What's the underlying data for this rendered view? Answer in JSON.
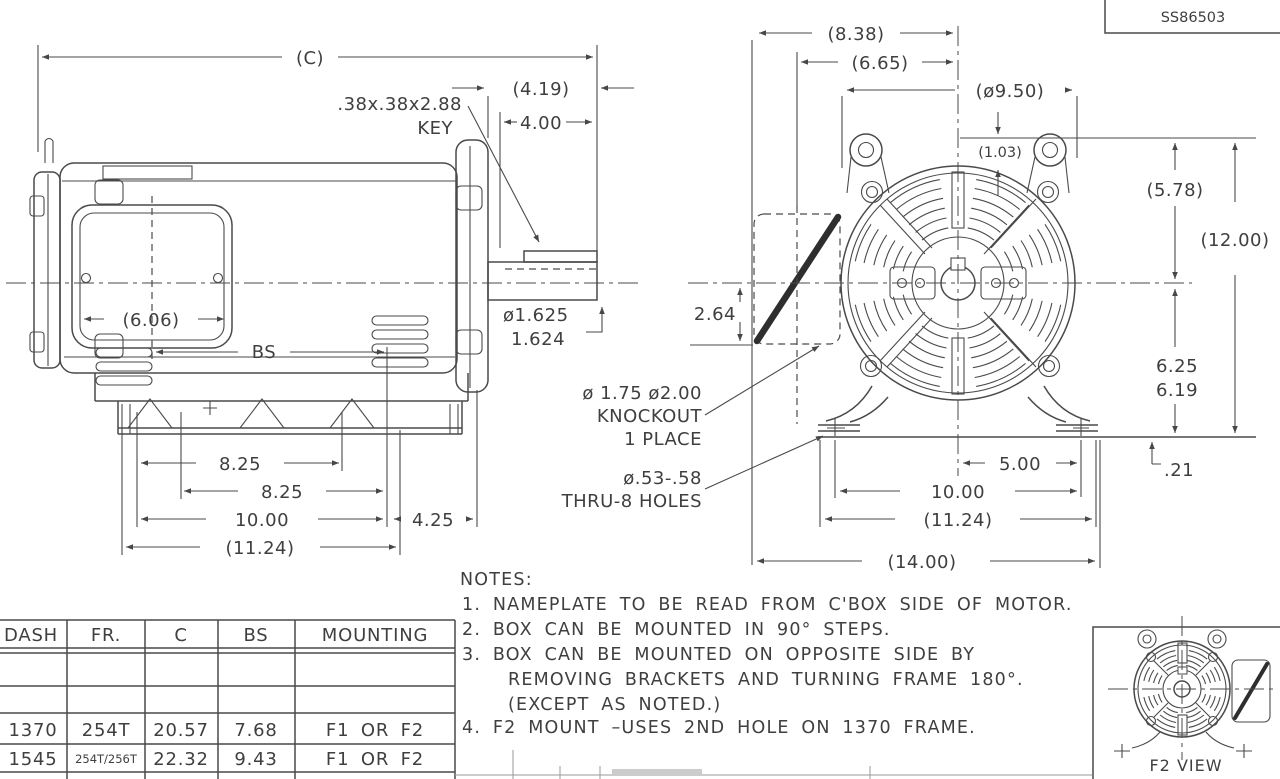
{
  "title_block": {
    "drawing_number": "SS86503"
  },
  "side_view": {
    "overall_len": "(C)",
    "shaft_ext": "(4.19)",
    "shaft_len": "4.00",
    "key_size": ".38x.38x2.88",
    "key_label": "KEY",
    "cbox_width": "(6.06)",
    "bs_label": "BS",
    "shaft_dia_max": "ø1.625",
    "shaft_dia_min": "1.624",
    "hole_span_a": "8.25",
    "hole_span_b": "8.25",
    "hole_span_total": "10.00",
    "slot_span": "(11.24)",
    "rear_overhang": "4.25"
  },
  "front_view": {
    "cbox_offset": "(8.38)",
    "cbox_center": "(6.65)",
    "shroud_dia": "(ø9.50)",
    "lug_offset": "(1.03)",
    "top_to_center": "(5.78)",
    "overall_height": "(12.00)",
    "cbox_below_center": "2.64",
    "center_to_base_max": "6.25",
    "center_to_base_min": "6.19",
    "pad_thickness": ".21",
    "half_span": "5.00",
    "hole_span": "10.00",
    "slot_span": "(11.24)",
    "overall_width": "(14.00)",
    "knockout_line1": "ø 1.75 ø2.00",
    "knockout_line2": "KNOCKOUT",
    "knockout_line3": "1 PLACE",
    "holes_line1": "ø.53-.58",
    "holes_line2": "THRU-8 HOLES"
  },
  "notes": {
    "title": "NOTES:",
    "line1": "1. NAMEPLATE TO BE READ FROM C'BOX SIDE OF MOTOR.",
    "line2": "2. BOX CAN BE MOUNTED IN 90° STEPS.",
    "line3": "3. BOX CAN BE MOUNTED ON OPPOSITE SIDE BY",
    "line3b": "REMOVING BRACKETS AND TURNING FRAME 180°.",
    "line3c": "(EXCEPT AS NOTED.)",
    "line4": "4. F2 MOUNT –USES 2ND HOLE ON 1370 FRAME."
  },
  "table": {
    "headers": [
      "DASH",
      "FR.",
      "C",
      "BS",
      "MOUNTING"
    ],
    "rows": [
      [
        "1370",
        "254T",
        "20.57",
        "7.68",
        "F1 OR F2"
      ],
      [
        "1545",
        "254T/256T",
        "22.32",
        "9.43",
        "F1 OR F2"
      ]
    ]
  },
  "inset": {
    "label": "F2 VIEW"
  }
}
